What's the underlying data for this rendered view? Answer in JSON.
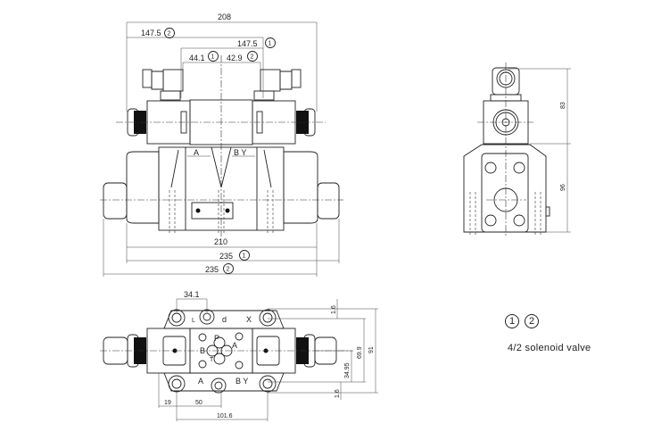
{
  "front_view": {
    "dim_overall_top": "208",
    "dim_147_5_a": "147.5",
    "dim_147_5_a_ref": "2",
    "dim_147_5_b": "147.5",
    "dim_147_5_b_ref": "1",
    "dim_44_1": "44.1",
    "dim_44_1_ref": "1",
    "dim_42_9": "42.9",
    "dim_42_9_ref": "2",
    "port_a": "A",
    "port_by": "B Y",
    "dim_210": "210",
    "dim_235_a": "235",
    "dim_235_a_ref": "1",
    "dim_235_b": "235",
    "dim_235_b_ref": "2"
  },
  "side_view": {
    "dim_83": "83",
    "dim_96": "96"
  },
  "bottom_view": {
    "dim_34_1": "34.1",
    "port_x": "X",
    "port_l": "L",
    "port_d": "d",
    "port_p": "P",
    "port_a": "A",
    "port_b": "B",
    "port_t": "T",
    "port_a2": "A",
    "port_by": "B Y",
    "dim_1_6_top": "1.6",
    "dim_69_9": "69.9",
    "dim_91": "91",
    "dim_34_95": "34.95",
    "dim_1_6_bottom": "1.6",
    "dim_19": "19",
    "dim_50": "50",
    "dim_101_6": "101.6"
  },
  "legend": {
    "ref1": "1",
    "ref2": "2",
    "description": "4/2 solenoid valve"
  }
}
